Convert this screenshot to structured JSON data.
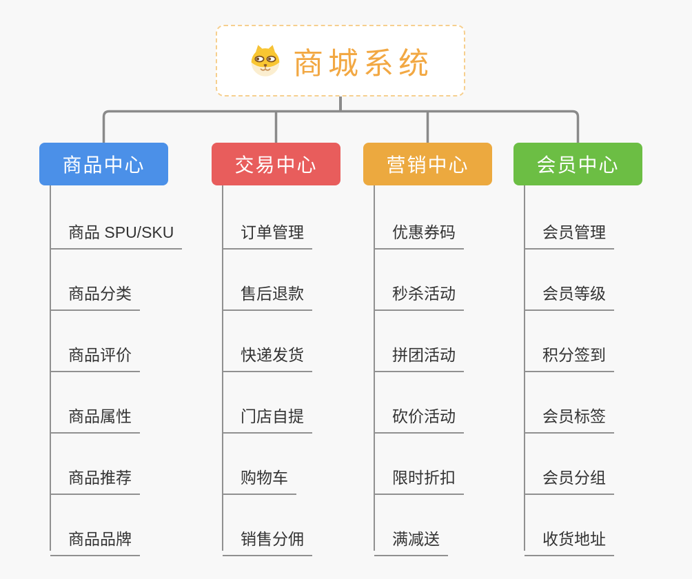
{
  "page": {
    "background": "#f8f8f8"
  },
  "root": {
    "title": "商城系统",
    "icon": "dog-face-icon",
    "text_color": "#f2a843",
    "border_color": "#f6cf8e"
  },
  "connector_color": "#8a8a8a",
  "child_line_color": "#909090",
  "branches": [
    {
      "label": "商品中心",
      "color": "#4b90e8",
      "children": [
        "商品 SPU/SKU",
        "商品分类",
        "商品评价",
        "商品属性",
        "商品推荐",
        "商品品牌"
      ]
    },
    {
      "label": "交易中心",
      "color": "#e85d5c",
      "children": [
        "订单管理",
        "售后退款",
        "快递发货",
        "门店自提",
        "购物车",
        "销售分佣"
      ]
    },
    {
      "label": "营销中心",
      "color": "#eca93f",
      "children": [
        "优惠券码",
        "秒杀活动",
        "拼团活动",
        "砍价活动",
        "限时折扣",
        "满减送"
      ]
    },
    {
      "label": "会员中心",
      "color": "#6cbe44",
      "children": [
        "会员管理",
        "会员等级",
        "积分签到",
        "会员标签",
        "会员分组",
        "收货地址"
      ]
    }
  ]
}
